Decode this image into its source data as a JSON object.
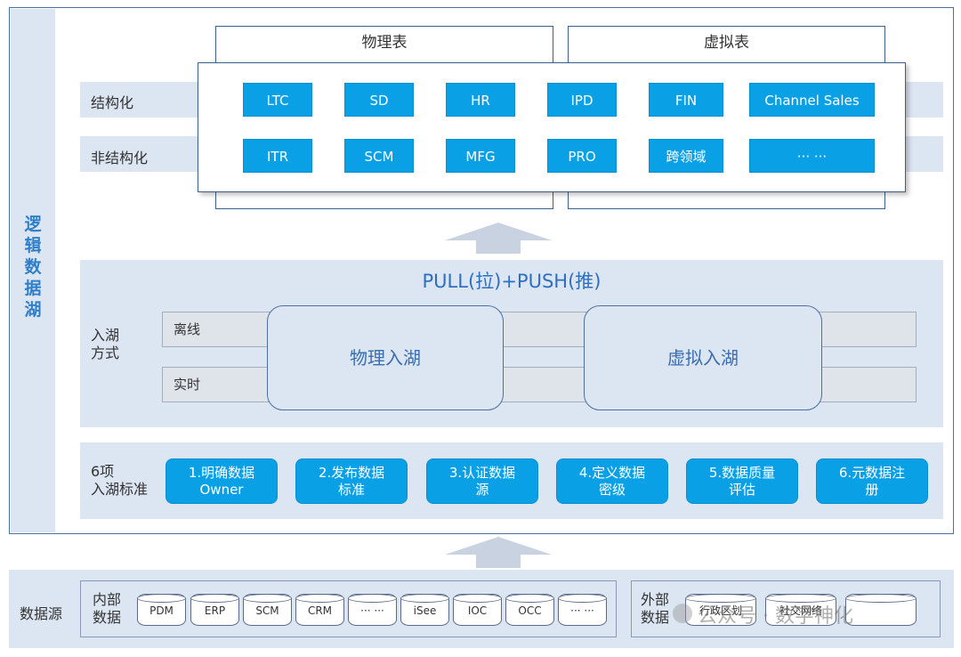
{
  "side_title": [
    "逻",
    "辑",
    "数",
    "据",
    "湖"
  ],
  "tabs": {
    "physical": "物理表",
    "virtual": "虚拟表"
  },
  "rows": {
    "structured": "结构化",
    "unstructured": "非结构化"
  },
  "domains_row1": [
    "LTC",
    "SD",
    "HR",
    "IPD",
    "FIN",
    "Channel Sales"
  ],
  "domains_row2": [
    "ITR",
    "SCM",
    "MFG",
    "PRO",
    "跨领域",
    "··· ···"
  ],
  "ingest": {
    "title": "PULL(拉)+PUSH(推)",
    "label_line1": "入湖",
    "label_line2": "方式",
    "offline": "离线",
    "realtime": "实时",
    "physical": "物理入湖",
    "virtual": "虚拟入湖"
  },
  "standards": {
    "label_line1": "6项",
    "label_line2": "入湖标准",
    "items": [
      {
        "l1": "1.明确数据",
        "l2": "Owner"
      },
      {
        "l1": "2.发布数据",
        "l2": "标准"
      },
      {
        "l1": "3.认证数据",
        "l2": "源"
      },
      {
        "l1": "4.定义数据",
        "l2": "密级"
      },
      {
        "l1": "5.数据质量",
        "l2": "评估"
      },
      {
        "l1": "6.元数据注",
        "l2": "册"
      }
    ]
  },
  "sources": {
    "label": "数据源",
    "internal_l1": "内部",
    "internal_l2": "数据",
    "internal": [
      "PDM",
      "ERP",
      "SCM",
      "CRM",
      "··· ···",
      "iSee",
      "IOC",
      "OCC",
      "··· ···"
    ],
    "external_l1": "外部",
    "external_l2": "数据",
    "external": [
      "行政区划",
      "社交网络",
      ""
    ]
  },
  "watermark": "公众号 · 数字神化"
}
